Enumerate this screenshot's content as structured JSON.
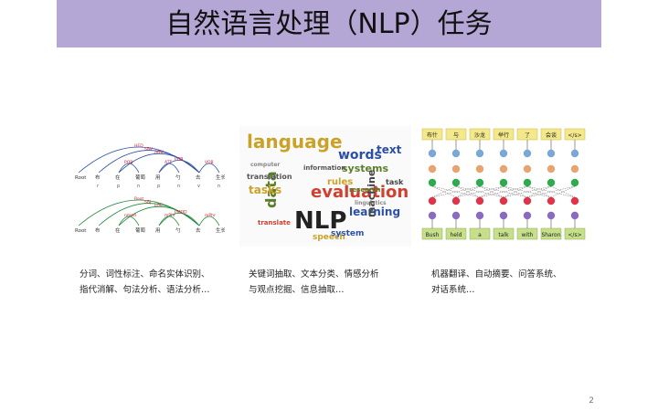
{
  "slide": {
    "title": "自然语言处理（NLP）任务",
    "page_number": "2"
  },
  "panels": {
    "parse": {
      "words": [
        "Root",
        "布",
        "在",
        "葡萄",
        "用",
        "勺",
        "去",
        "生长"
      ],
      "tags": [
        "r",
        "p",
        "n",
        "p",
        "n",
        "v",
        "n"
      ],
      "arcs_top": [
        "HED",
        "SBV",
        "ADV",
        "POB",
        "ATT",
        "POB",
        "VOB"
      ],
      "arcs_bottom": [
        "Root",
        "SBJ",
        "LOC",
        "nmod",
        "mPhr",
        "PMOD",
        "mPhr"
      ]
    },
    "wordcloud": {
      "words": [
        "language",
        "evaluation",
        "NLP",
        "words",
        "text",
        "systems",
        "rules",
        "learning",
        "speech",
        "data",
        "tasks",
        "machine",
        "system",
        "information",
        "translation",
        "research",
        "task",
        "translate",
        "computer",
        "linguistics"
      ]
    },
    "translation": {
      "source_tokens": [
        "布什",
        "与",
        "沙龙",
        "举行",
        "了",
        "会谈",
        "</s>"
      ],
      "target_tokens": [
        "Bush",
        "held",
        "a",
        "talk",
        "with",
        "Sharon",
        "</s>"
      ]
    }
  },
  "captions": {
    "parse_lines": [
      "分词、词性标注、命名实体识别、",
      "指代消解、句法分析、语法分析…"
    ],
    "text_lines": [
      "关键词抽取、文本分类、情感分析",
      "与观点挖掘、信息抽取…"
    ],
    "generation_lines": [
      "机器翻译、自动摘要、问答系统、",
      "对话系统…"
    ]
  },
  "colors": {
    "title_bar": "#b4a7d6",
    "token_yellow": "#f4e98a",
    "token_green": "#c5df8a",
    "node_green": "#2eaa4f",
    "node_orange": "#e8a46f",
    "node_blue": "#7aa7d6",
    "node_purple": "#8b6bbf",
    "node_red": "#e0344a"
  }
}
